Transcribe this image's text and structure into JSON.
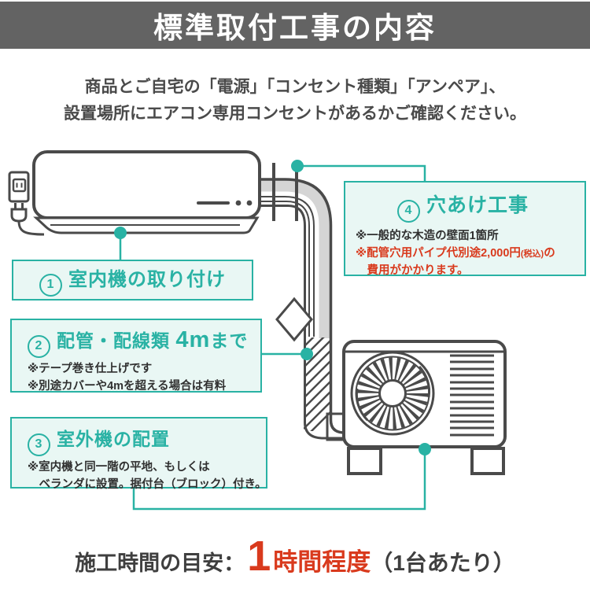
{
  "title": "標準取付工事の内容",
  "intro": {
    "line1": "商品とご自宅の「電源」「コンセント種類」「アンペア」、",
    "line2": "設置場所にエアコン専用コンセントがあるかご確認ください。"
  },
  "steps": {
    "s1": {
      "num": "1",
      "heading": "室内機の取り付け"
    },
    "s2": {
      "num": "2",
      "heading_pre": "配管・配線類 ",
      "heading_em": "4m",
      "heading_post": "まで",
      "note1": "※テープ巻き仕上げです",
      "note2": "※別途カバーや4mを超える場合は有料"
    },
    "s3": {
      "num": "3",
      "heading": "室外機の配置",
      "note1": "※室内機と同一階の平地、もしくは",
      "note2": "ベランダに設置。据付台（ブロック）付き。"
    },
    "s4": {
      "num": "4",
      "heading": "穴あけ工事",
      "note1": "※一般的な木造の壁面1箇所",
      "warn1": "※配管穴用パイプ代別途2,000円",
      "warn_small": "(税込)",
      "warn2": "の",
      "warn3": "費用がかかります。"
    }
  },
  "footer": {
    "label": "施工時間の目安：",
    "number": "1",
    "unit": "時間程度",
    "suffix": "（1台あたり）"
  },
  "colors": {
    "accent_teal": "#29b2a4",
    "box_fill": "#e9f7f4",
    "warning_red": "#d93a1d",
    "header_band_gray": "#636363",
    "line_art_gray": "#4a4a4a",
    "duct_gray": "#d5d5d5"
  }
}
